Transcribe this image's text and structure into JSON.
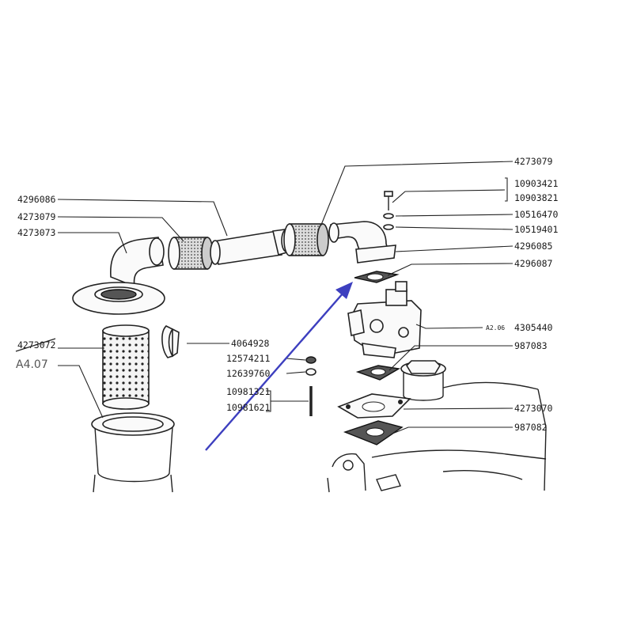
{
  "diagram": {
    "left_labels": {
      "l1": "4296086",
      "l2": "4273079",
      "l3": "4273073",
      "l4_struck": "4273072",
      "l5": "A4.07"
    },
    "center_labels": {
      "c1": "4064928",
      "c2": "12574211",
      "c3": "12639760",
      "c4": "10981321",
      "c5": "10981621"
    },
    "right_labels": {
      "r1": "4273079",
      "r2": "10903421",
      "r3": "10903821",
      "r4": "10516470",
      "r5": "10519401",
      "r6": "4296085",
      "r7": "4296087",
      "r8_prefix": "A2.06",
      "r8": "4305440",
      "r9": "987083",
      "r10": "4273070",
      "r11": "987082"
    },
    "colors": {
      "ink": "#222222",
      "arrow": "#3d3fbf",
      "background": "#ffffff"
    }
  }
}
